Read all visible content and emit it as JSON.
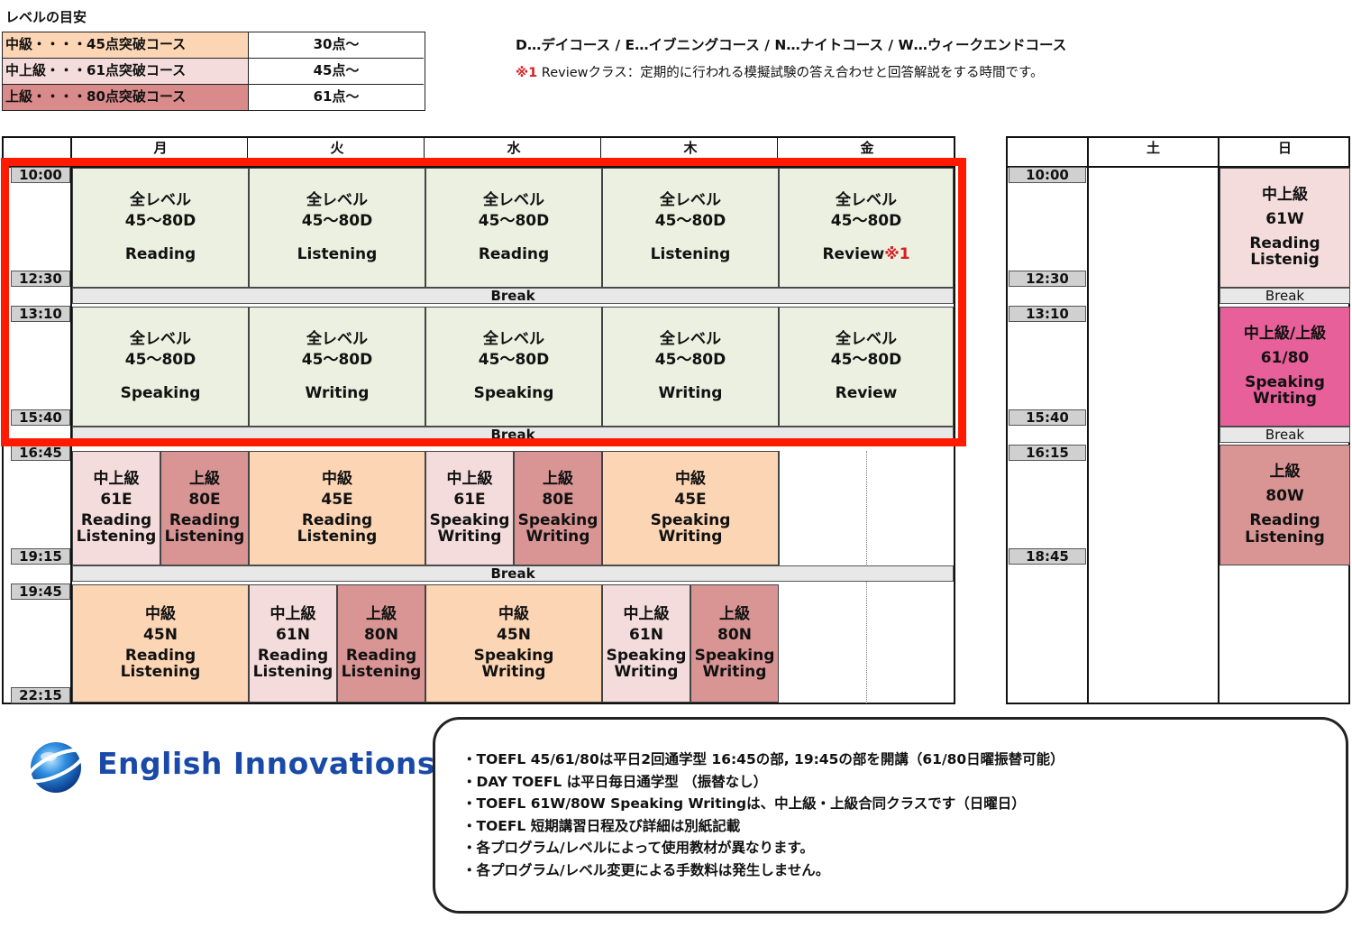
{
  "level_title": "レベルの目安",
  "levels": [
    {
      "name": "中級・・・・45点突破コース",
      "score": "30点〜",
      "color": "#fcd5b4"
    },
    {
      "name": "中上級・・・61点突破コース",
      "score": "45点〜",
      "color": "#f4dcdc"
    },
    {
      "name": "上級・・・・80点突破コース",
      "score": "61点〜",
      "color": "#d98a8a"
    }
  ],
  "legend": {
    "courses": "D…デイコース / E…イブニングコース / N…ナイトコース / W…ウィークエンドコース",
    "review_mark": "※1",
    "review_note": " Reviewクラス：定期的に行われる模擬試験の答え合わせと回答解説をする時間です。"
  },
  "weekday": {
    "days": [
      "月",
      "火",
      "水",
      "木",
      "金"
    ],
    "times": [
      "10:00",
      "12:30",
      "13:10",
      "15:40",
      "16:45",
      "19:15",
      "19:45",
      "22:15"
    ],
    "break_label": "Break",
    "morning": [
      {
        "l1": "全レベル",
        "l2": "45〜80D",
        "l3": "Reading"
      },
      {
        "l1": "全レベル",
        "l2": "45〜80D",
        "l3": "Listening"
      },
      {
        "l1": "全レベル",
        "l2": "45〜80D",
        "l3": "Reading"
      },
      {
        "l1": "全レベル",
        "l2": "45〜80D",
        "l3": "Listening"
      },
      {
        "l1": "全レベル",
        "l2": "45〜80D",
        "l3": "Review",
        "mark": "※1"
      }
    ],
    "afternoon": [
      {
        "l1": "全レベル",
        "l2": "45〜80D",
        "l3": "Speaking"
      },
      {
        "l1": "全レベル",
        "l2": "45〜80D",
        "l3": "Writing"
      },
      {
        "l1": "全レベル",
        "l2": "45〜80D",
        "l3": "Speaking"
      },
      {
        "l1": "全レベル",
        "l2": "45〜80D",
        "l3": "Writing"
      },
      {
        "l1": "全レベル",
        "l2": "45〜80D",
        "l3": "Review"
      }
    ],
    "evening": [
      {
        "l1": "中上級",
        "l2": "61E",
        "l3": "Reading",
        "l4": "Listening"
      },
      {
        "l1": "上級",
        "l2": "80E",
        "l3": "Reading",
        "l4": "Listening"
      },
      {
        "l1": "中級",
        "l2": "45E",
        "l3": "Reading",
        "l4": "Listening"
      },
      {
        "l1": "中上級",
        "l2": "61E",
        "l3": "Speaking",
        "l4": "Writing"
      },
      {
        "l1": "上級",
        "l2": "80E",
        "l3": "Speaking",
        "l4": "Writing"
      },
      {
        "l1": "中級",
        "l2": "45E",
        "l3": "Speaking",
        "l4": "Writing"
      }
    ],
    "night": [
      {
        "l1": "中級",
        "l2": "45N",
        "l3": "Reading",
        "l4": "Listening"
      },
      {
        "l1": "中上級",
        "l2": "61N",
        "l3": "Reading",
        "l4": "Listening"
      },
      {
        "l1": "上級",
        "l2": "80N",
        "l3": "Reading",
        "l4": "Listening"
      },
      {
        "l1": "中級",
        "l2": "45N",
        "l3": "Speaking",
        "l4": "Writing"
      },
      {
        "l1": "中上級",
        "l2": "61N",
        "l3": "Speaking",
        "l4": "Writing"
      },
      {
        "l1": "上級",
        "l2": "80N",
        "l3": "Speaking",
        "l4": "Writing"
      }
    ]
  },
  "weekend": {
    "days": [
      "土",
      "日"
    ],
    "times": [
      "10:00",
      "12:30",
      "13:10",
      "15:40",
      "16:15",
      "18:45"
    ],
    "break_label": "Break",
    "sessions": [
      {
        "l1": "中上級",
        "l2": "61W",
        "l3": "Reading",
        "l4": "Listenig"
      },
      {
        "l1": "中上級/上級",
        "l2": "61/80",
        "l3": "Speaking",
        "l4": "Writing"
      },
      {
        "l1": "上級",
        "l2": "80W",
        "l3": "Reading",
        "l4": "Listening"
      }
    ]
  },
  "logo": {
    "text": "English Innovations"
  },
  "notes": [
    "・TOEFL 45/61/80は平日2回通学型 16:45の部, 19:45の部を開講（61/80日曜振替可能）",
    "・DAY TOEFL は平日毎日通学型 （振替なし）",
    "・TOEFL 61W/80W Speaking Writingは、中上級・上級合同クラスです（日曜日）",
    "・TOEFL 短期講習日程及び詳細は別紙記載",
    "・各プログラム/レベルによって使用教材が異なります。",
    "・各プログラム/レベル変更による手数料は発生しません。"
  ],
  "colors": {
    "green": "#ecf0e0",
    "peach": "#fcd5b4",
    "pink": "#f4dcdc",
    "rose": "#d99494",
    "magenta": "#e8609a",
    "highlight": "#ff1a00",
    "logo_blue": "#1a4aa8"
  }
}
